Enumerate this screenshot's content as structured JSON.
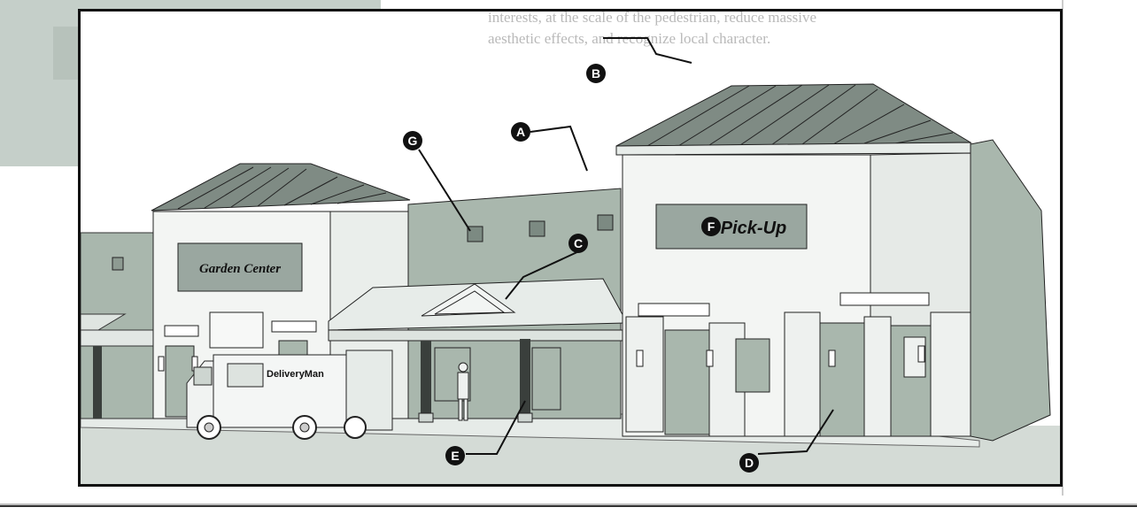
{
  "signs": {
    "garden_center": "Garden Center",
    "pick_up": "Pick-Up",
    "truck": "DeliveryMan"
  },
  "callouts": [
    "A",
    "B",
    "C",
    "D",
    "E",
    "F",
    "G"
  ],
  "background_text": [
    "interests, at the scale of the pedestrian, reduce massive",
    "aesthetic effects, and recognize local character."
  ],
  "colors": {
    "wall_gray": "#a9b7ad",
    "background_gray": "#c5cfc9",
    "callout": "#111111",
    "ground": "#d4dbd6"
  }
}
